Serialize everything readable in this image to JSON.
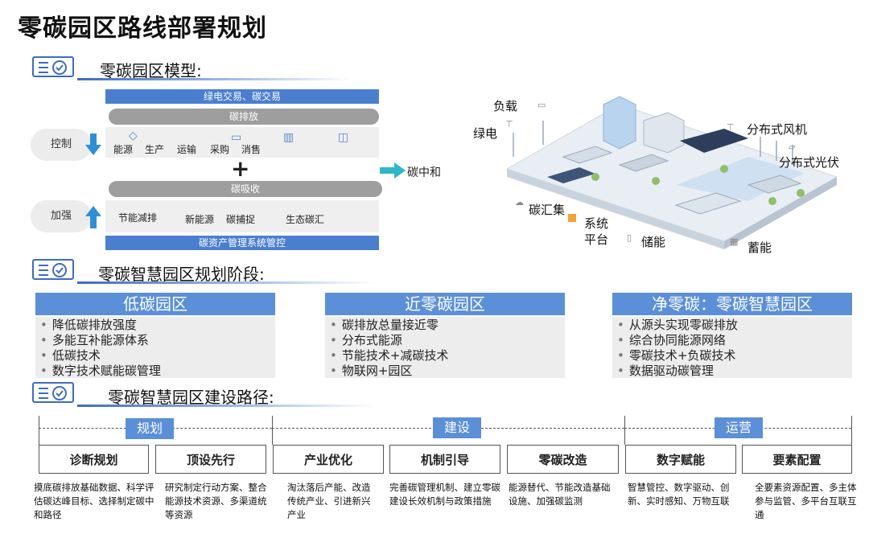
{
  "title": "零碳园区路线部署规划",
  "section1": {
    "title": "零碳园区模型:"
  },
  "section2": {
    "title": "零碳智慧园区规划阶段:"
  },
  "section3": {
    "title": "零碳智慧园区建设路径:"
  },
  "model": {
    "top_bar": "绿电交易、碳交易",
    "emission": "碳排放",
    "control": "控制",
    "consumers": [
      "能源",
      "生产",
      "运输",
      "采购",
      "消售"
    ],
    "plus": "+",
    "neutral": "碳中和",
    "absorption": "碳吸收",
    "strengthen": "加强",
    "absorbers": [
      "节能减排",
      "新能源",
      "碳捕捉",
      "生态碳汇"
    ],
    "bottom_bar": "碳资产管理系统管控"
  },
  "illustration": {
    "labels": {
      "load": "负载",
      "green_power": "绿电",
      "wind": "分布式风机",
      "pv": "分布式光伏",
      "carbon_sink": "碳汇集",
      "system_platform": "系统\n平台",
      "storage": "储能",
      "pumped_storage": "蓄能"
    }
  },
  "stages": [
    {
      "title": "低碳园区",
      "items": [
        "降低碳排放强度",
        "多能互补能源体系",
        "低碳技术",
        "数字技术赋能碳管理"
      ]
    },
    {
      "title": "近零碳园区",
      "items": [
        "碳排放总量接近零",
        "分布式能源",
        "节能技术+减碳技术",
        "物联网+园区"
      ]
    },
    {
      "title": "净零碳：零碳智慧园区",
      "items": [
        "从源头实现零碳排放",
        "综合协同能源网络",
        "零碳技术+负碳技术",
        "数据驱动碳管理"
      ]
    }
  ],
  "phases": [
    "规划",
    "建设",
    "运营"
  ],
  "steps": [
    {
      "name": "诊断规划",
      "desc": "摸底碳排放基础数据、科学评估碳达峰目标、选择制定碳中和路径"
    },
    {
      "name": "顶设先行",
      "desc": "研究制定行动方案、整合能源技术资源、多渠道统等资源"
    },
    {
      "name": "产业优化",
      "desc": "淘汰落后产能、改造传统产业、引进新兴产业"
    },
    {
      "name": "机制引导",
      "desc": "完善碳管理机制、建立零碳建设长效机制与政策措施"
    },
    {
      "name": "零碳改造",
      "desc": "能源替代、节能改造基础设施、加强碳监测"
    },
    {
      "name": "数字赋能",
      "desc": "智慧管控、数字驱动、创新、实时感知、万物互联"
    },
    {
      "name": "要素配置",
      "desc": "全要素资源配置、多主体参与监管、多平台互联互通"
    }
  ]
}
